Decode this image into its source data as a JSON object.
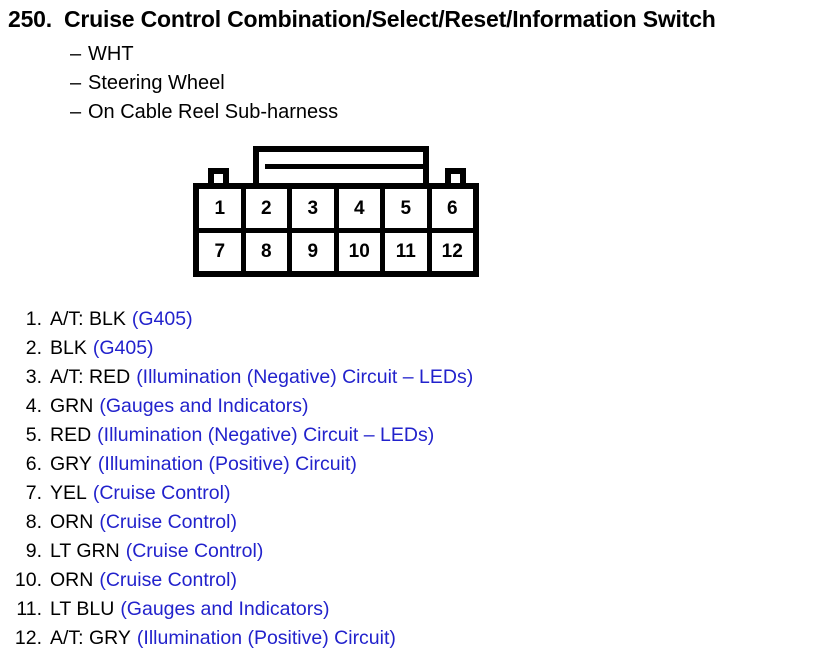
{
  "header": {
    "number": "250.",
    "title": "Cruise Control Combination/Select/Reset/Information Switch"
  },
  "subnotes": [
    {
      "dash": "–",
      "text": "WHT"
    },
    {
      "dash": "–",
      "text": "Steering Wheel"
    },
    {
      "dash": "–",
      "text": "On Cable Reel Sub-harness"
    }
  ],
  "connector": {
    "top_row": [
      "1",
      "2",
      "3",
      "4",
      "5",
      "6"
    ],
    "bottom_row": [
      "7",
      "8",
      "9",
      "10",
      "11",
      "12"
    ]
  },
  "pins": [
    {
      "num": "1.",
      "wire": "A/T: BLK",
      "circuit": "(G405)"
    },
    {
      "num": "2.",
      "wire": "BLK",
      "circuit": "(G405)"
    },
    {
      "num": "3.",
      "wire": "A/T: RED",
      "circuit": "(Illumination (Negative) Circuit – LEDs)"
    },
    {
      "num": "4.",
      "wire": "GRN",
      "circuit": "(Gauges and Indicators)"
    },
    {
      "num": "5.",
      "wire": "RED",
      "circuit": "(Illumination (Negative) Circuit – LEDs)"
    },
    {
      "num": "6.",
      "wire": "GRY",
      "circuit": "(Illumination (Positive) Circuit)"
    },
    {
      "num": "7.",
      "wire": "YEL",
      "circuit": "(Cruise Control)"
    },
    {
      "num": "8.",
      "wire": "ORN",
      "circuit": "(Cruise Control)"
    },
    {
      "num": "9.",
      "wire": "LT GRN",
      "circuit": "(Cruise Control)"
    },
    {
      "num": "10.",
      "wire": "ORN",
      "circuit": "(Cruise Control)"
    },
    {
      "num": "11.",
      "wire": "LT BLU",
      "circuit": "(Gauges and Indicators)"
    },
    {
      "num": "12.",
      "wire": "A/T: GRY",
      "circuit": "(Illumination (Positive) Circuit)"
    }
  ],
  "colors": {
    "text": "#000000",
    "circuit_link": "#2222cc",
    "background": "#ffffff"
  }
}
